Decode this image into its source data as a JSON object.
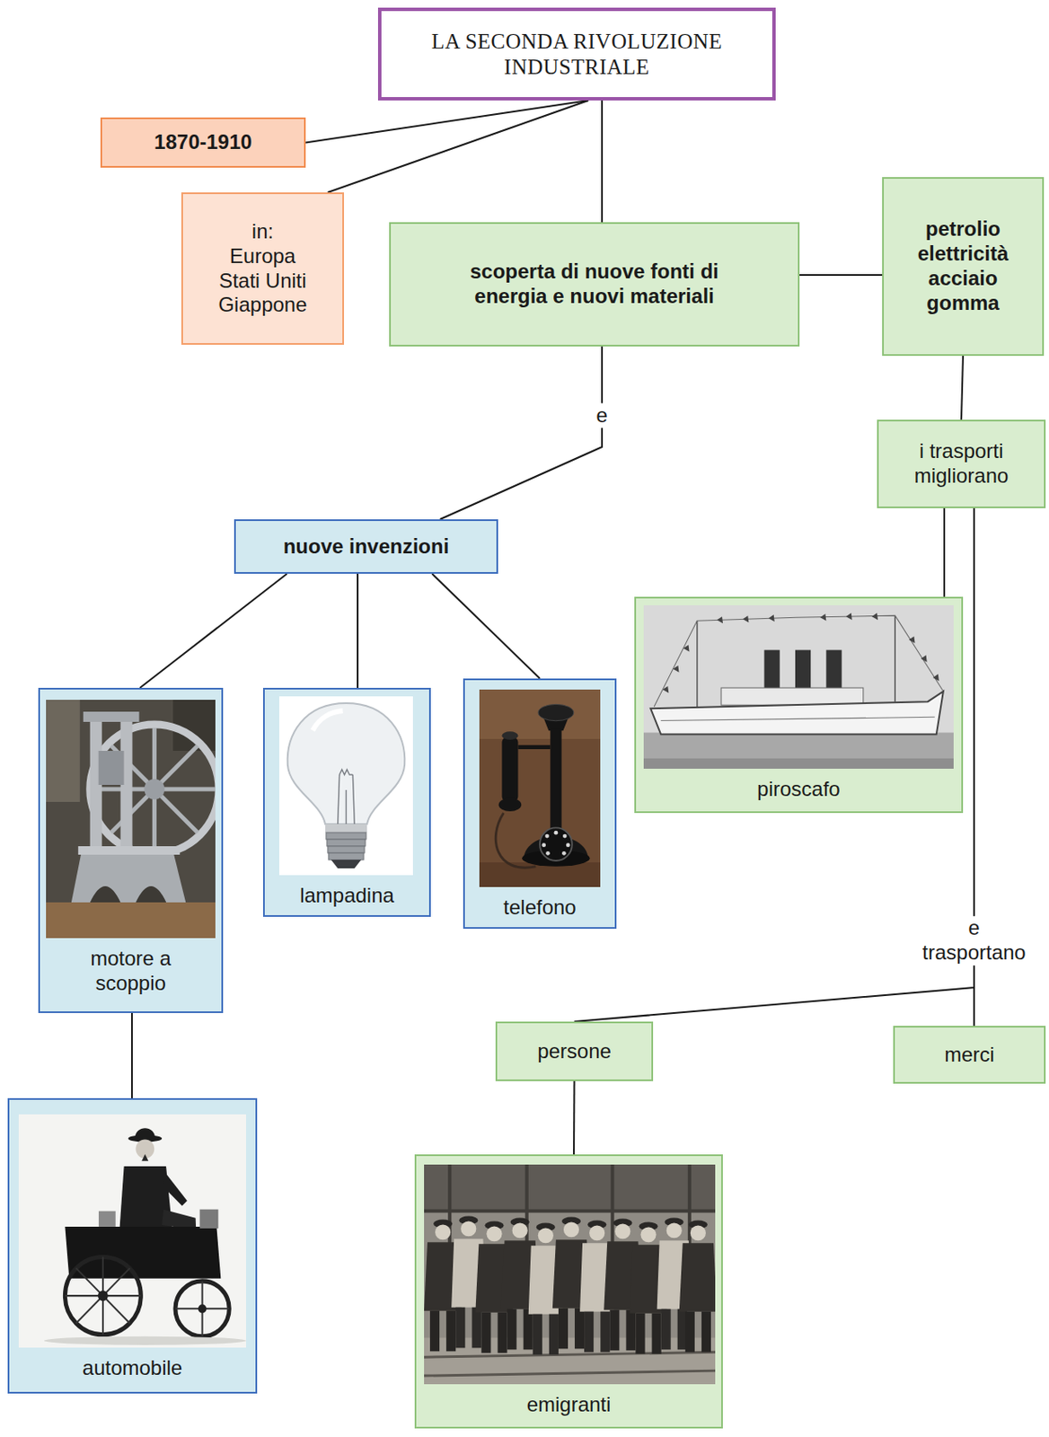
{
  "diagram": {
    "nodes": [
      {
        "text": [
          "LA SECONDA RIVOLUZIONE INDUSTRIALE"
        ]
      },
      {
        "text": [
          "1870-1910"
        ]
      },
      {
        "text": [
          "in: Europa Stati Uniti Giappone"
        ]
      },
      {
        "text": [
          "scoperta di nuove fonti di energia e nuovi materiali"
        ]
      },
      {
        "text": [
          "petrolio elettricità acciaio gomma"
        ]
      },
      {
        "text": [
          "i trasporti migliorano"
        ]
      },
      {
        "text": [
          "nuove invenzioni"
        ]
      },
      {
        "text": [
          "motore a scoppio"
        ]
      },
      {
        "text": [
          "lampadina"
        ]
      },
      {
        "text": [
          "telefono"
        ]
      },
      {
        "text": [
          "automobile"
        ]
      },
      {
        "text": [
          "piroscafo"
        ]
      },
      {
        "text": [
          "persone"
        ]
      },
      {
        "text": [
          "merci"
        ]
      },
      {
        "text": [
          "emigranti"
        ]
      }
    ],
    "edges": [
      {
        "from": 0,
        "to": 1,
        "arrow": "none"
      },
      {
        "from": 0,
        "to": 2,
        "arrow": "none"
      },
      {
        "from": 0,
        "to": 3,
        "arrow": "none"
      },
      {
        "from": 3,
        "to": 4,
        "arrow": "none"
      },
      {
        "from": 3,
        "to": 6,
        "label": "e",
        "arrow": "none"
      },
      {
        "from": 4,
        "to": 5,
        "arrow": "none"
      },
      {
        "from": 5,
        "to": 11,
        "arrow": "none"
      },
      {
        "from": 5,
        "to": 12,
        "label": "e trasportano",
        "arrow": "none"
      },
      {
        "from": 5,
        "to": 13,
        "arrow": "none"
      },
      {
        "from": 6,
        "to": 7,
        "arrow": "none"
      },
      {
        "from": 6,
        "to": 8,
        "arrow": "none"
      },
      {
        "from": 6,
        "to": 9,
        "arrow": "none"
      },
      {
        "from": 7,
        "to": 10,
        "arrow": "none"
      },
      {
        "from": 12,
        "to": 14,
        "arrow": "none"
      }
    ]
  }
}
